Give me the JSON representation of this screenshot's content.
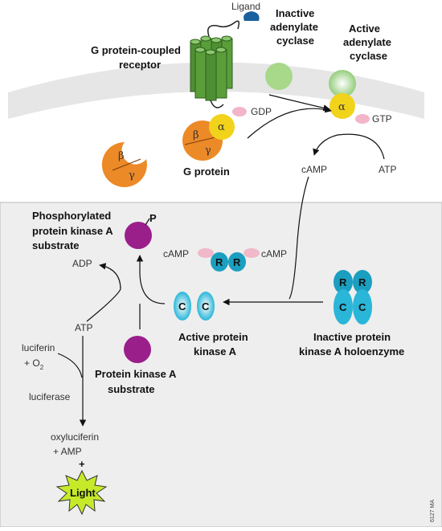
{
  "labels": {
    "ligand": "Ligand",
    "receptor_line1": "G protein-coupled",
    "receptor_line2": "receptor",
    "inactive_ac_line1": "Inactive",
    "inactive_ac_line2": "adenylate",
    "inactive_ac_line3": "cyclase",
    "active_ac_line1": "Active",
    "active_ac_line2": "adenylate",
    "active_ac_line3": "cyclase",
    "gdp": "GDP",
    "gtp": "GTP",
    "g_protein": "G protein",
    "camp_top": "cAMP",
    "atp_top": "ATP",
    "phospho_line1": "Phosphorylated",
    "phospho_line2": "protein kinase A",
    "phospho_line3": "substrate",
    "p": "P",
    "adp": "ADP",
    "atp_left": "ATP",
    "camp_left": "cAMP",
    "camp_right": "cAMP",
    "r": "R",
    "c": "C",
    "active_pka_line1": "Active protein",
    "active_pka_line2": "kinase A",
    "inactive_pka_line1": "Inactive protein",
    "inactive_pka_line2": "kinase A holoenzyme",
    "luciferin": "luciferin",
    "plus_o2": "+ O",
    "o2_sub": "2",
    "luciferase": "luciferase",
    "pka_sub_line1": "Protein kinase A",
    "pka_sub_line2": "substrate",
    "oxyluciferin": "oxyluciferin",
    "plus_amp": "+ AMP",
    "plus": "+",
    "light": "Light",
    "figure_id": "6127 MA"
  },
  "greek": {
    "alpha": "α",
    "beta": "β",
    "gamma": "γ"
  },
  "colors": {
    "membrane": "#e6e6e6",
    "lower_panel": "#eeeeee",
    "receptor": "#5a9e3a",
    "ligand": "#1a5f9e",
    "adenylate_cyclase": "#a8d88a",
    "g_alpha": "#f2d31b",
    "g_beta_gamma": "#ec8a28",
    "gdp_gtp": "#f2b6c8",
    "camp_oval": "#f0b8c8",
    "r_subunit": "#1a9fc0",
    "c_subunit": "#2ab6d8",
    "substrate": "#9a1f8a",
    "light_star": "#c6ea2a"
  }
}
